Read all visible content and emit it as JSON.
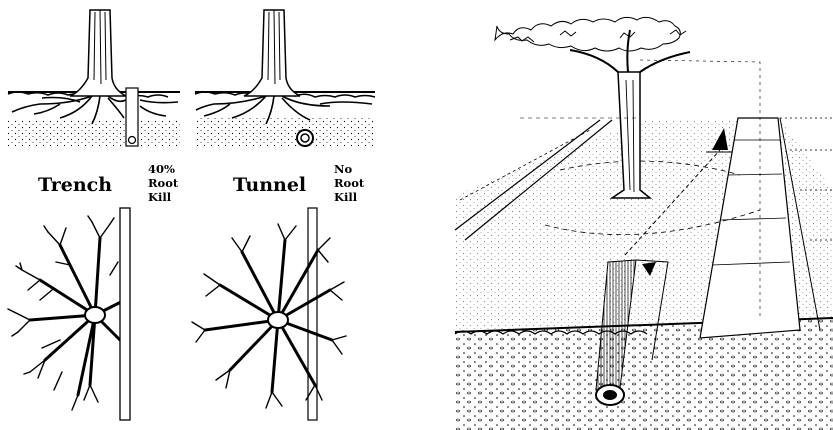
{
  "panels": {
    "trench": {
      "label": "Trench",
      "note_lines": [
        "40%",
        "Root",
        "Kill"
      ]
    },
    "tunnel": {
      "label": "Tunnel",
      "note_lines": [
        "No",
        "Root",
        "Kill"
      ]
    }
  }
}
